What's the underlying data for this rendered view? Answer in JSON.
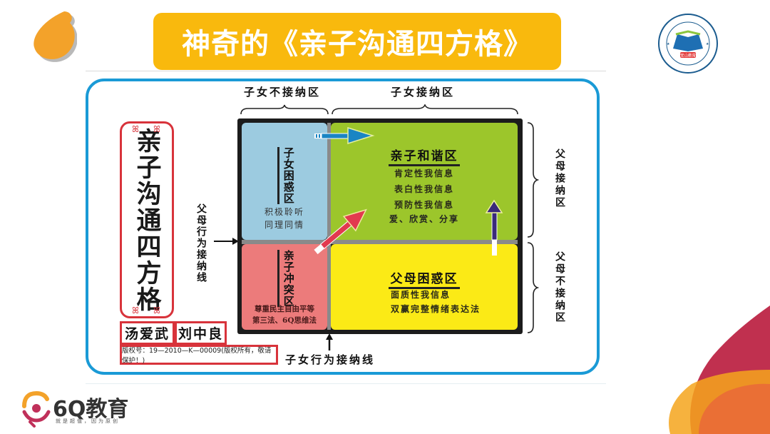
{
  "slide": {
    "title": "神奇的《亲子沟通四方格》",
    "colors": {
      "title_banner": "#f9b90d",
      "frame_border": "#1a9ad6",
      "scroll_border": "#d8333b",
      "cell_child_troubled": "#9ccbe0",
      "cell_harmony": "#9cc62b",
      "cell_conflict": "#ec7b7b",
      "cell_parent_troubled": "#fbea16",
      "arrow_blue": "#1a85c4",
      "arrow_red": "#e23a4f",
      "arrow_purple": "#3a2a7a"
    }
  },
  "school_logo": {
    "name_cn": "深圳市宝山技工学校",
    "name_en": "Shenzhen Baoshan Technical School",
    "badge": "宝山教育"
  },
  "scroll": {
    "text": "亲子沟通四方格",
    "authors": [
      "汤爱武",
      "刘中良"
    ],
    "copyright": "版权号：19—2010—K—00009(版权所有，敬请保护！)"
  },
  "diagram": {
    "top_labels": {
      "child_not_accept": "子女不接纳区",
      "child_accept": "子女接纳区"
    },
    "right_labels": {
      "parent_accept": "父母接纳区",
      "parent_not_accept": "父母不接纳区"
    },
    "left_label": "父母行为接纳线",
    "bottom_label": "子女行为接纳线",
    "quadrants": {
      "child_troubled": {
        "title": "子女困惑区",
        "lines": [
          "积极聆听",
          "同理同情"
        ]
      },
      "harmony": {
        "title": "亲子和谐区",
        "lines": [
          "肯定性我信息",
          "表白性我信息",
          "预防性我信息",
          "爱、欣赏、分享"
        ]
      },
      "conflict": {
        "title": "亲子冲突区",
        "lines": [
          "尊重民主自由平等",
          "第三法、6Q思维法"
        ]
      },
      "parent_troubled": {
        "title": "父母困惑区",
        "lines": [
          "面质性我信息",
          "双赢完整情绪表达法"
        ]
      }
    },
    "arrows": [
      {
        "from": "child_troubled",
        "to": "harmony",
        "color": "blue",
        "direction": "right"
      },
      {
        "from": "conflict",
        "to": "harmony",
        "color": "red",
        "direction": "up-right"
      },
      {
        "from": "parent_troubled",
        "to": "harmony",
        "color": "purple",
        "direction": "up"
      }
    ]
  },
  "footer": {
    "brand": "6Q教育",
    "tagline": "就是超值，因为原创"
  }
}
